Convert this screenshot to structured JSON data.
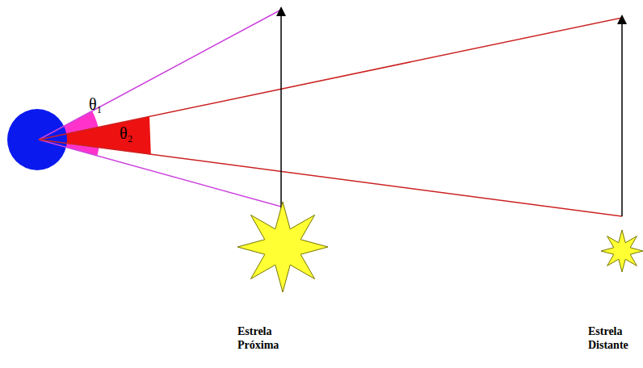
{
  "diagram": {
    "labels": [
      "θ₁",
      "θ₂",
      "Estrela Próxima",
      "Estrela Distante"
    ]
  }
}
